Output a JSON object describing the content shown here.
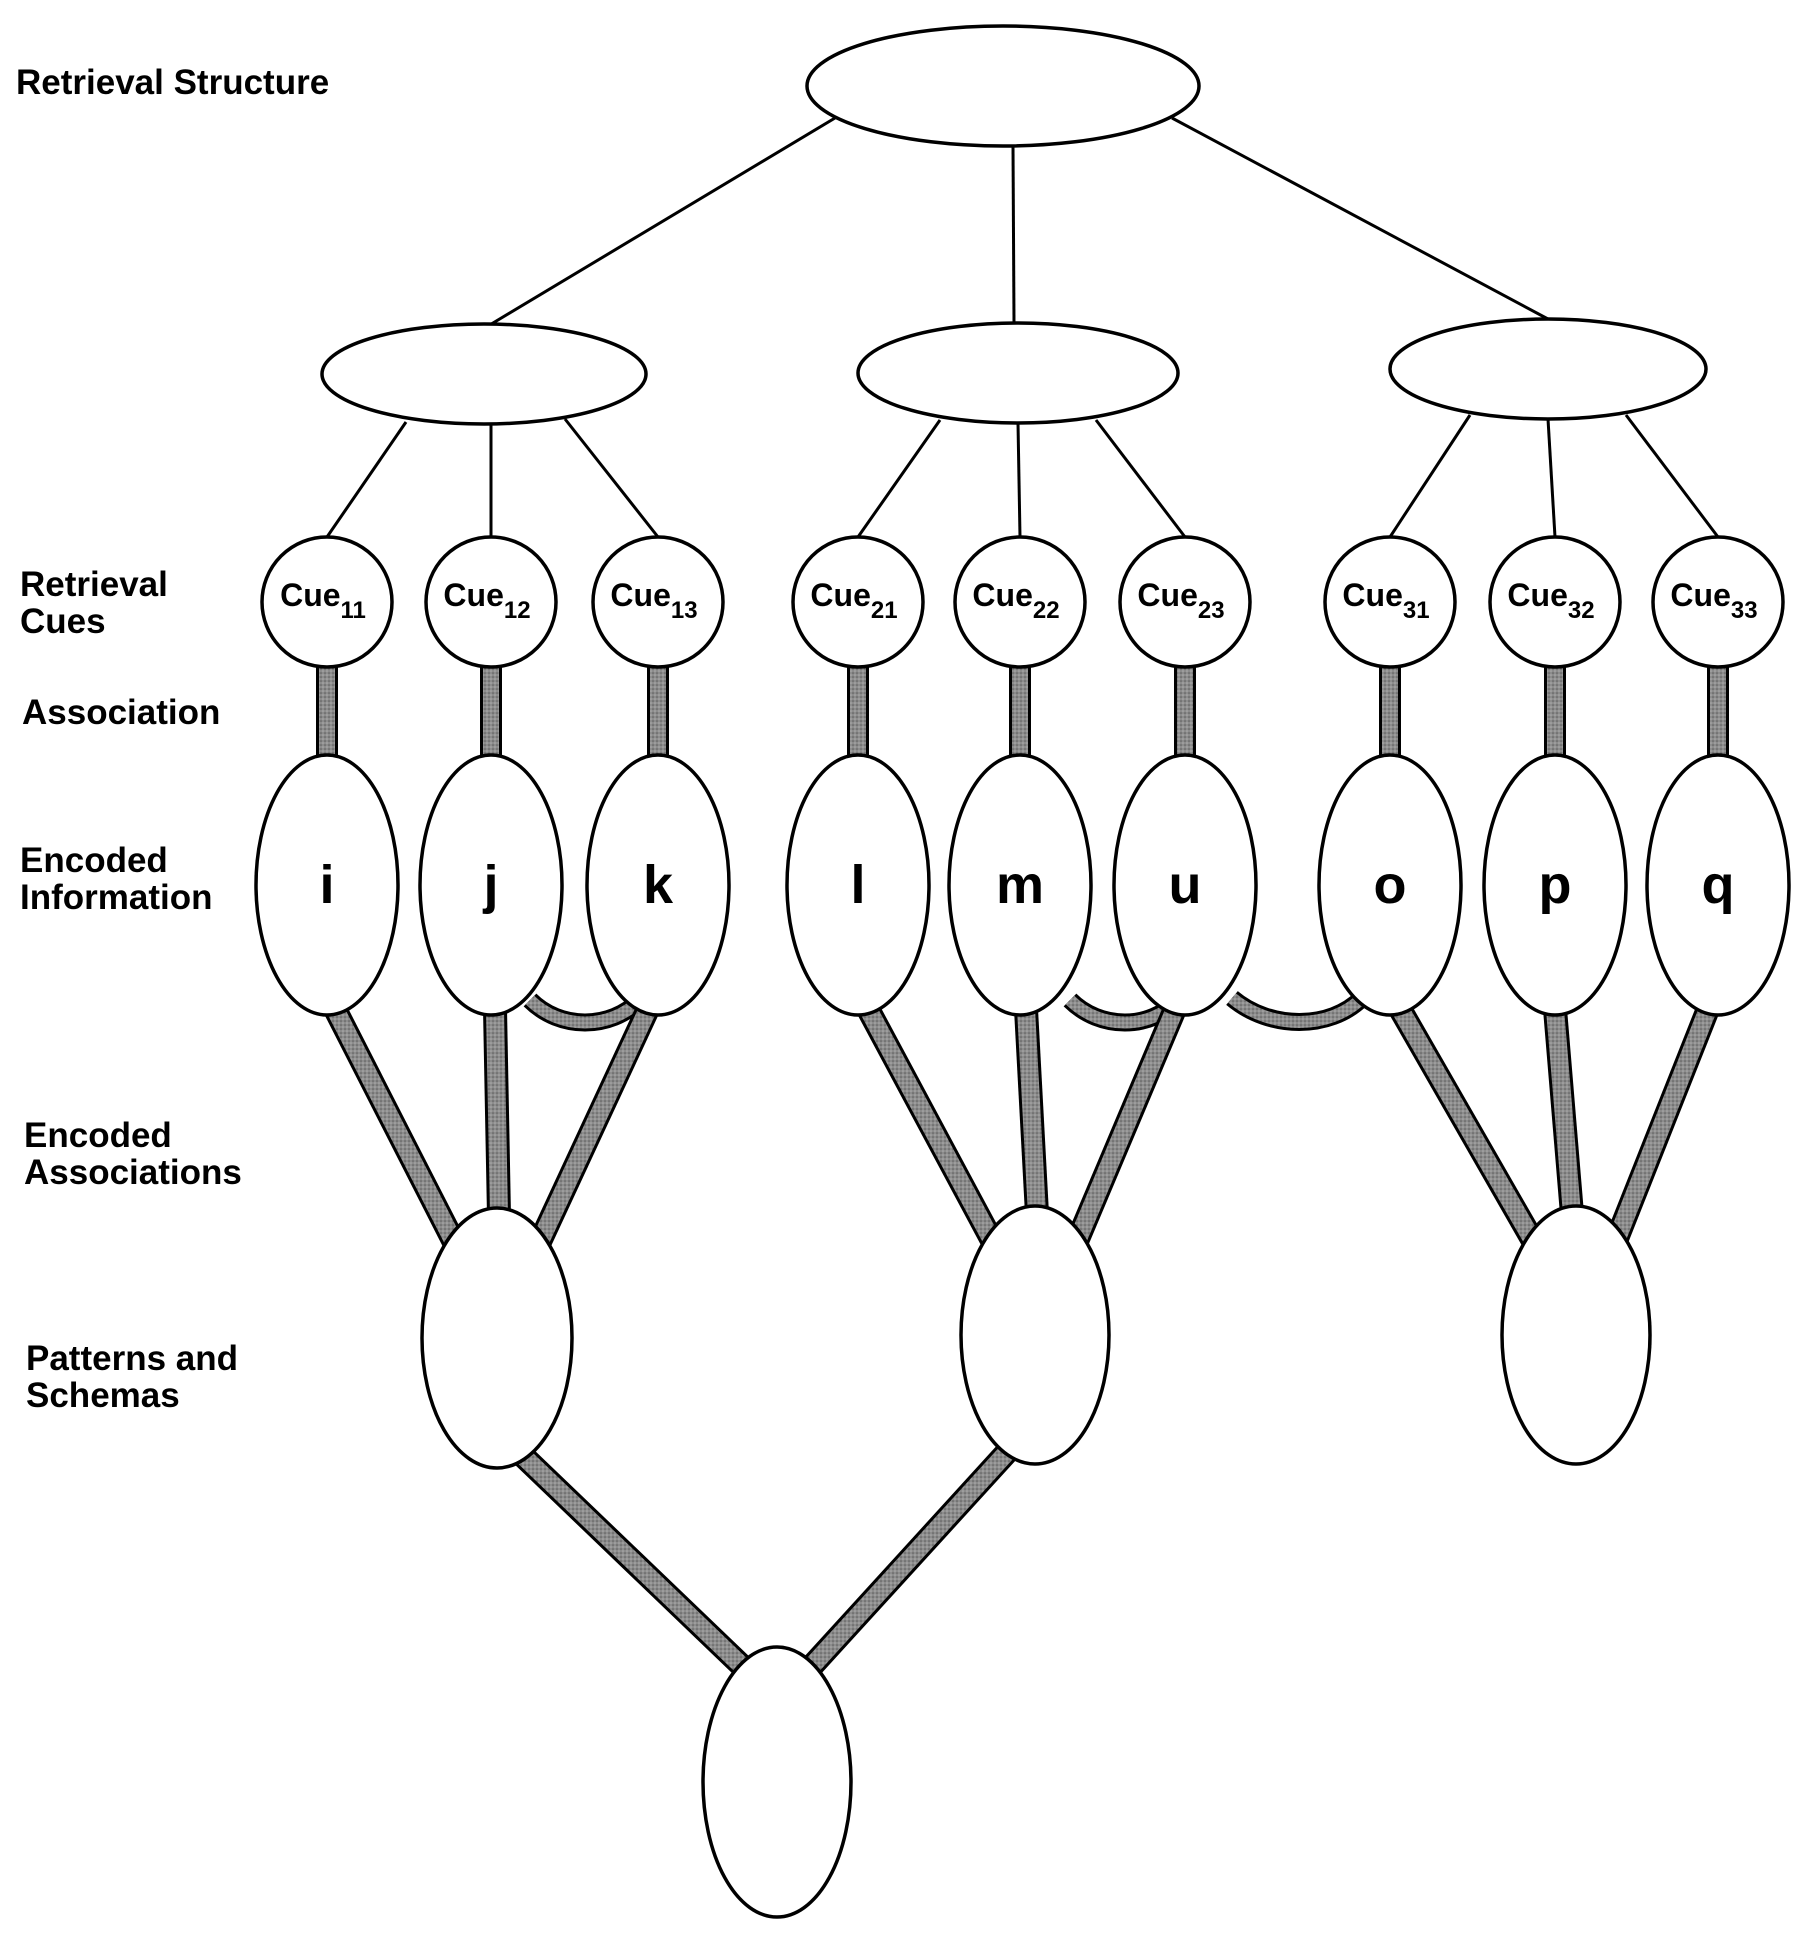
{
  "labels": {
    "retrieval_structure": "Retrieval Structure",
    "retrieval_cues": [
      "Retrieval",
      "Cues"
    ],
    "association": "Association",
    "encoded_information": [
      "Encoded",
      "Information"
    ],
    "encoded_associations": [
      "Encoded",
      "Associations"
    ],
    "patterns_and_schemas": [
      "Patterns and",
      "Schemas"
    ]
  },
  "cues": [
    {
      "base": "Cue",
      "sub": "11"
    },
    {
      "base": "Cue",
      "sub": "12"
    },
    {
      "base": "Cue",
      "sub": "13"
    },
    {
      "base": "Cue",
      "sub": "21"
    },
    {
      "base": "Cue",
      "sub": "22"
    },
    {
      "base": "Cue",
      "sub": "23"
    },
    {
      "base": "Cue",
      "sub": "31"
    },
    {
      "base": "Cue",
      "sub": "32"
    },
    {
      "base": "Cue",
      "sub": "33"
    }
  ],
  "encoded": [
    "i",
    "j",
    "k",
    "l",
    "m",
    "u",
    "o",
    "p",
    "q"
  ],
  "colors": {
    "line": "#000000",
    "association_fill": "#8c8c8c",
    "node_fill": "#ffffff"
  }
}
